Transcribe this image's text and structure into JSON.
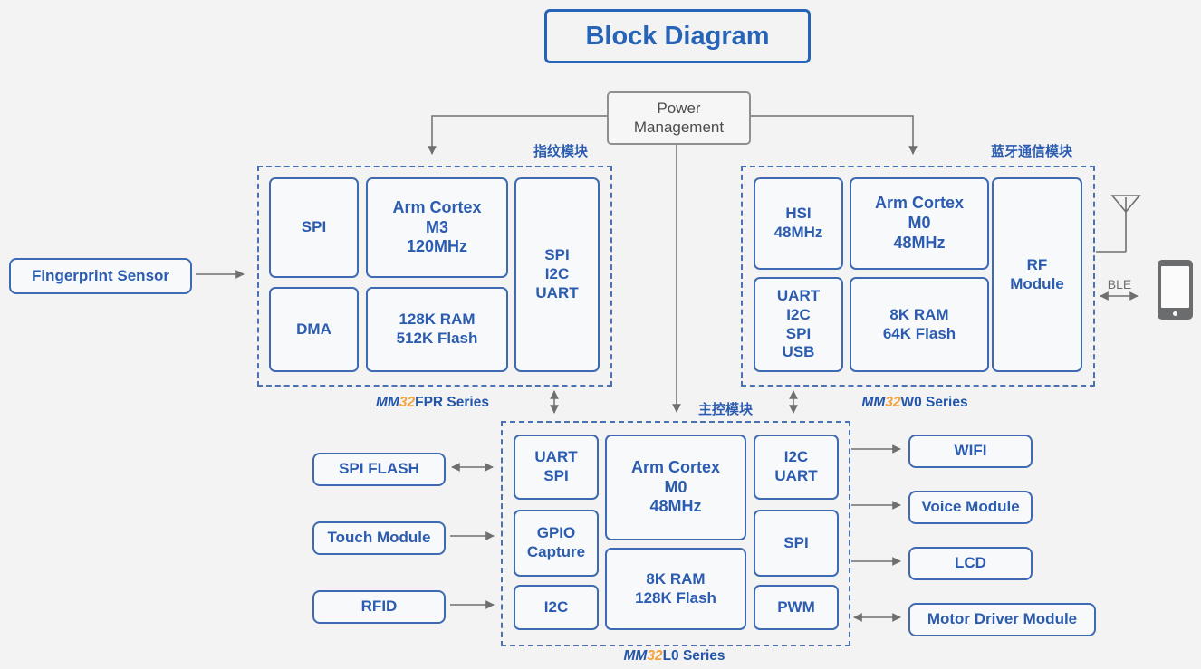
{
  "title": "Block Diagram",
  "power_management": {
    "label": "Power\nManagement"
  },
  "fingerprint_module": {
    "tag": "指纹模块",
    "series": {
      "prefix": "MM",
      "num": "32",
      "suffix": "FPR Series"
    },
    "blocks": {
      "spi": "SPI",
      "cpu": "Arm Cortex\nM3\n120MHz",
      "dma": "DMA",
      "memory": "128K RAM\n512K Flash",
      "peripherals": "SPI\nI2C\nUART"
    }
  },
  "bluetooth_module": {
    "tag": "蓝牙通信模块",
    "series": {
      "prefix": "MM",
      "num": "32",
      "suffix": "W0 Series"
    },
    "blocks": {
      "hsi": "HSI\n48MHz",
      "cpu": "Arm Cortex\nM0\n48MHz",
      "peripherals": "UART\nI2C\nSPI\nUSB",
      "memory": "8K RAM\n64K Flash",
      "rf": "RF\nModule"
    }
  },
  "main_module": {
    "tag": "主控模块",
    "series": {
      "prefix": "MM",
      "num": "32",
      "suffix": "L0 Series"
    },
    "blocks": {
      "uart_spi": "UART\nSPI",
      "cpu": "Arm Cortex\nM0\n48MHz",
      "i2c_uart": "I2C\nUART",
      "gpio": "GPIO\nCapture",
      "spi": "SPI",
      "i2c": "I2C",
      "memory": "8K RAM\n128K Flash",
      "pwm": "PWM"
    }
  },
  "peripherals": {
    "fingerprint_sensor": "Fingerprint Sensor",
    "spi_flash": "SPI FLASH",
    "touch_module": "Touch Module",
    "rfid": "RFID",
    "wifi": "WIFI",
    "voice_module": "Voice Module",
    "lcd": "LCD",
    "motor_driver": "Motor Driver Module"
  },
  "ble_label": "BLE",
  "icons": {
    "antenna": "antenna-icon",
    "phone": "smartphone-icon"
  },
  "colors": {
    "blue": "#2b5cb0",
    "orange": "#f3a43b",
    "gray": "#6f6f6f",
    "title_blue": "#2664b8"
  }
}
